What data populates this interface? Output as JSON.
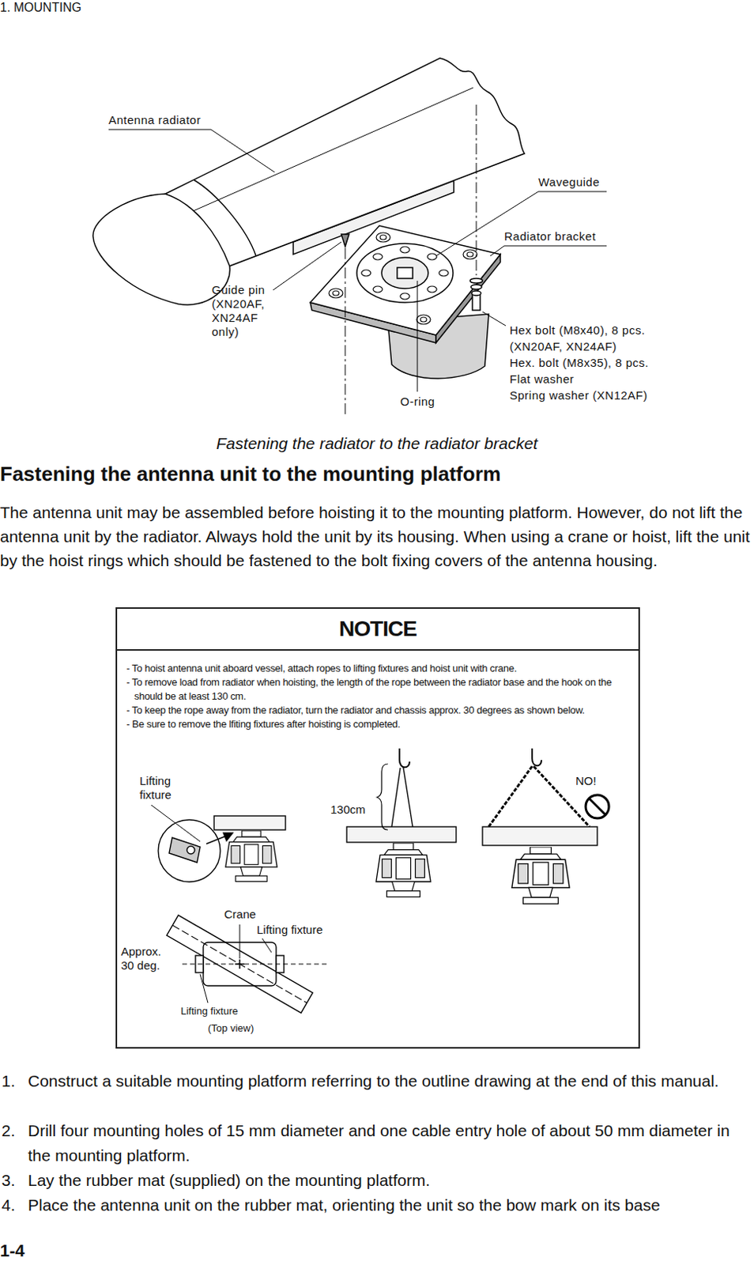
{
  "diagram": {
    "title": "Fastening the antenna unit to the mounting platform",
    "caption": "Fastening the radiator to the radiator bracket",
    "nodes": [
      {
        "text": [
          "NOTICE",
          "- To hoist antenna unit aboard vessel, attach ropes to lifting fixtures and hoist unit with crane.",
          "- To remove load from radiator when hoisting, the length of the rope between the radiator base and the hook on the should be at least 130 cm.",
          "- To keep the rope away from the radiator, turn the radiator and chassis approx. 30 degrees as shown below.",
          "- Be sure to remove the lfiting fixtures after hoisting is completed."
        ]
      }
    ],
    "labels": [
      "1. MOUNTING",
      "Antenna radiator",
      "Waveguide",
      "Radiator bracket",
      "Guide pin (XN20AF, XN24AF only)",
      "Hex bolt (M8x40), 8 pcs.",
      "(XN20AF, XN24AF)",
      "Hex. bolt (M8x35), 8 pcs.",
      "Flat washer",
      "Spring washer (XN12AF)",
      "O-ring",
      "The antenna unit may be assembled before hoisting it to the mounting platform. However, do not lift the antenna unit by the radiator. Always hold the unit by its housing. When using a crane or hoist, lift the unit by the hoist rings which should be fastened to the bolt fixing covers of the antenna housing.",
      "Lifting fixture",
      "130cm",
      "NO!",
      "Crane",
      "Lifting fixture",
      "Approx. 30 deg.",
      "Lifting fixture",
      "(Top view)",
      "1.",
      "Construct a suitable mounting platform referring to the outline drawing at the end of this manual.",
      "2.",
      "Drill four mounting holes of 15 mm diameter and one cable entry hole of about 50 mm diameter in the mounting platform.",
      "3.",
      "Lay the rubber mat (supplied) on the mounting platform.",
      "4.",
      "Place the antenna unit on the rubber mat, orienting the unit so the bow mark on its base",
      "1-4"
    ]
  }
}
